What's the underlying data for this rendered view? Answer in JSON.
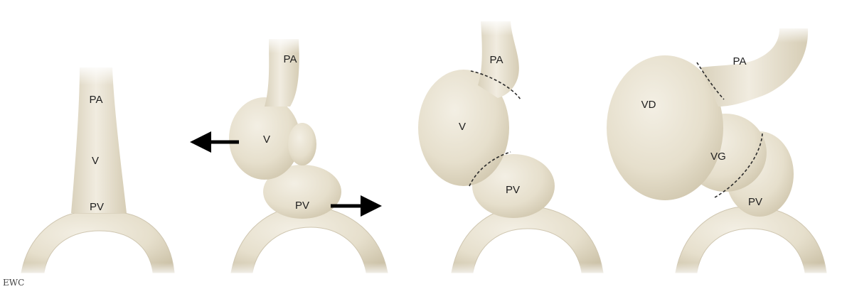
{
  "panels": [
    {
      "labels": [
        "PA",
        "V",
        "PV"
      ]
    },
    {
      "labels": [
        "PA",
        "V",
        "PV"
      ]
    },
    {
      "labels": [
        "PA",
        "V",
        "PV"
      ]
    },
    {
      "labels": [
        "PA",
        "VD",
        "VG",
        "PV"
      ]
    }
  ],
  "signature": "EWC",
  "colors": {
    "tissue": "#e9e3d3",
    "shadow": "#cbc2aa",
    "arrow": "#000000"
  }
}
